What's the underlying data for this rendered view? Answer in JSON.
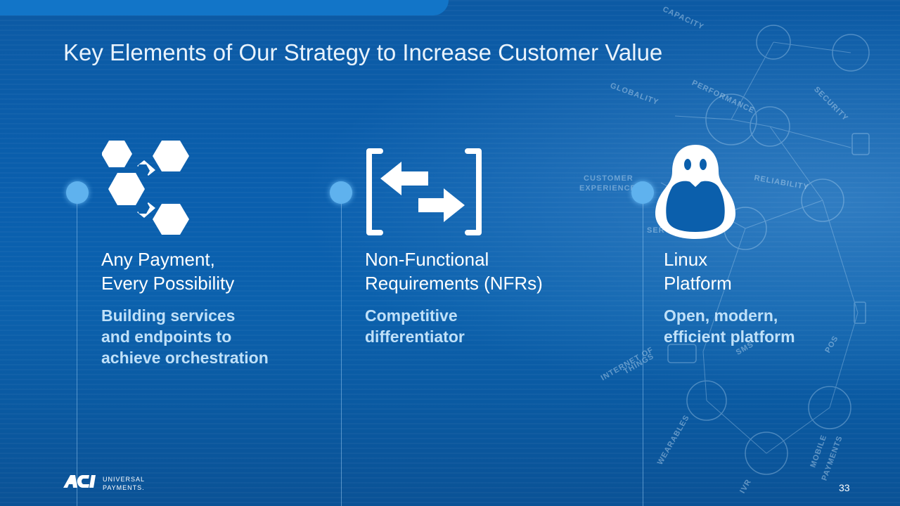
{
  "slide": {
    "title": "Key Elements of Our Strategy to Increase Customer Value",
    "page_number": "33"
  },
  "columns": [
    {
      "heading_line1": "Any Payment,",
      "heading_line2": "Every Possibility",
      "sub_line1": "Building services",
      "sub_line2": "and endpoints to",
      "sub_line3": "achieve orchestration",
      "icon": "hexagon-network-icon"
    },
    {
      "heading_line1": "Non-Functional",
      "heading_line2": "Requirements (NFRs)",
      "sub_line1": "Competitive",
      "sub_line2": "differentiator",
      "icon": "bracket-arrows-icon"
    },
    {
      "heading_line1": "Linux",
      "heading_line2": "Platform",
      "sub_line1": "Open, modern,",
      "sub_line2": "efficient platform",
      "icon": "penguin-icon"
    }
  ],
  "background_labels": {
    "capacity": "CAPACITY",
    "globality": "GLOBALITY",
    "performance": "PERFORMANCE",
    "security": "SECURITY",
    "customer": "CUSTOMER",
    "experience": "EXPERIENCE",
    "reliability": "RELIABILITY",
    "serviceability": "SERVICEABILITY",
    "internet": "INTERNET OF",
    "things": "THINGS",
    "sms": "SMS",
    "pos": "POS",
    "wearables": "WEARABLES",
    "mobile": "MOBILE",
    "payments": "PAYMENTS",
    "ivr": "IVR"
  },
  "logo": {
    "mark": "ACI",
    "line1": "UNIVERSAL",
    "line2": "PAYMENTS."
  },
  "colors": {
    "background": "#0b5fac",
    "accent_dot": "#5fb2ee",
    "subtext": "#bfe0f8"
  }
}
